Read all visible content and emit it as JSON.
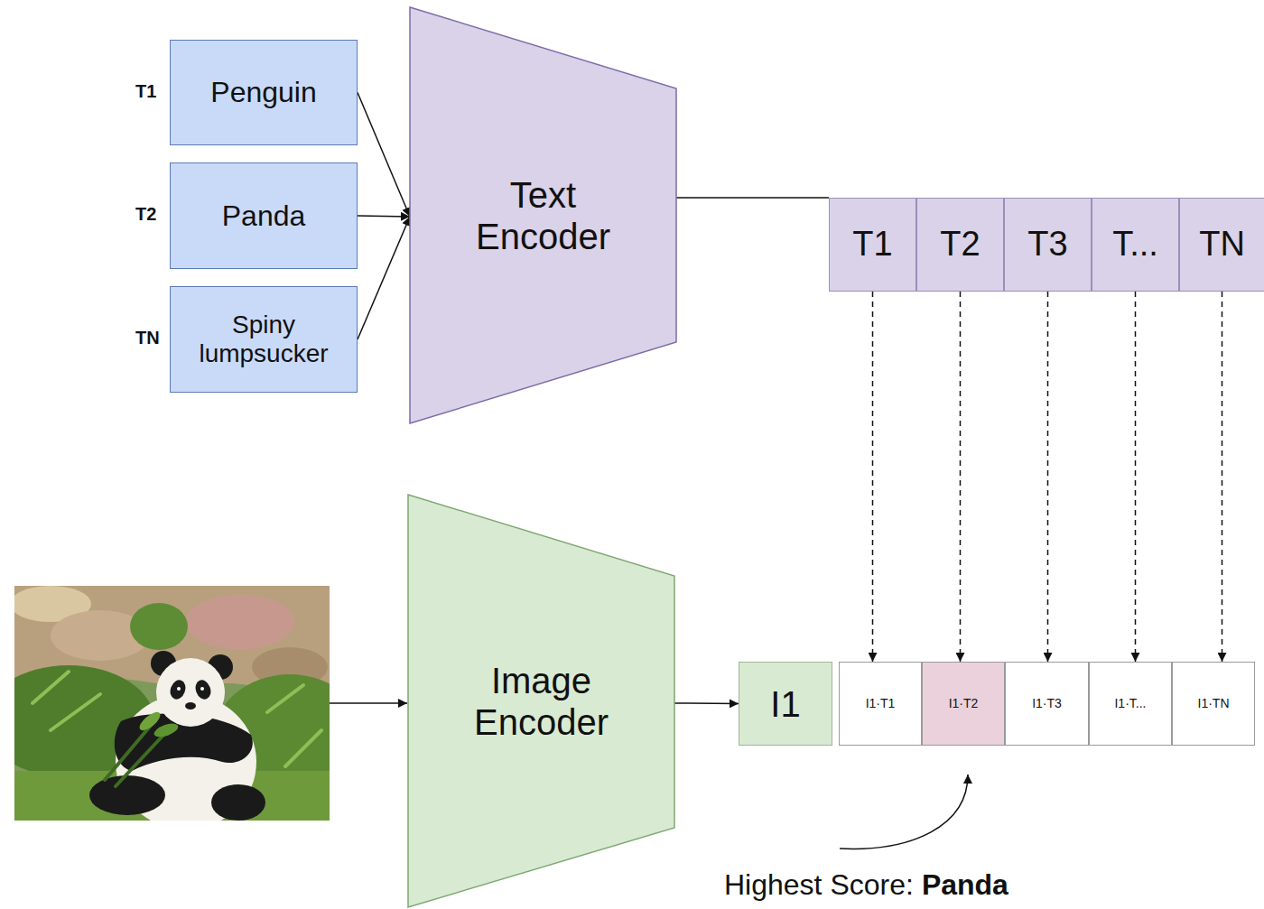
{
  "diagram": {
    "nodes": [
      {
        "text": [
          "Penguin"
        ]
      },
      {
        "text": [
          "Panda"
        ]
      },
      {
        "text": [
          "Spiny lumpsucker"
        ]
      },
      {
        "text": [
          "Text Encoder"
        ]
      },
      {
        "text": [
          "T1"
        ]
      },
      {
        "text": [
          "T2"
        ]
      },
      {
        "text": [
          "T3"
        ]
      },
      {
        "text": [
          "T..."
        ]
      },
      {
        "text": [
          "TN"
        ]
      },
      {
        "text": [
          "Image Encoder"
        ]
      },
      {
        "text": [
          "I1"
        ]
      },
      {
        "text": [
          "I1·T1"
        ]
      },
      {
        "text": [
          "I1·T2"
        ]
      },
      {
        "text": [
          "I1·T3"
        ]
      },
      {
        "text": [
          "I1·T..."
        ]
      },
      {
        "text": [
          "I1·TN"
        ]
      }
    ],
    "edges": [
      {
        "from": 0,
        "to": 3,
        "arrow": "to"
      },
      {
        "from": 1,
        "to": 3,
        "arrow": "to"
      },
      {
        "from": 2,
        "to": 3,
        "arrow": "to"
      },
      {
        "from": 3,
        "to": 4,
        "arrow": "none"
      },
      {
        "from": 4,
        "to": 11,
        "arrow": "to"
      },
      {
        "from": 5,
        "to": 12,
        "arrow": "to"
      },
      {
        "from": 6,
        "to": 13,
        "arrow": "to"
      },
      {
        "from": 7,
        "to": 14,
        "arrow": "to"
      },
      {
        "from": 8,
        "to": 15,
        "arrow": "to"
      },
      {
        "from": 9,
        "to": 10,
        "arrow": "to"
      }
    ],
    "labels": [
      "T1",
      "T2",
      "TN",
      "Highest Score:",
      "Panda"
    ]
  }
}
